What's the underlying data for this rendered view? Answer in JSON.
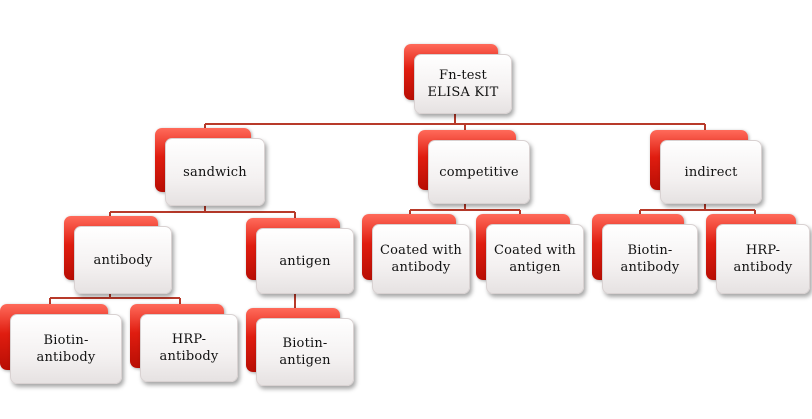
{
  "nodes": {
    "root": "Fn-test\nELISA KIT",
    "sandwich": "sandwich",
    "competitive": "competitive",
    "indirect": "indirect",
    "sandwich_antibody": "antibody",
    "sandwich_antigen": "antigen",
    "coated_with_antibody": "Coated  with\nantibody",
    "coated_with_antigen": "Coated  with\nantigen",
    "indirect_biotin_antibody": "Biotin-\nantibody",
    "indirect_hrp_antibody": "HRP-\nantibody",
    "antibody_biotin_antibody": "Biotin-antibody",
    "antibody_hrp_antibody": "HRP-\nantibody",
    "antigen_biotin_antigen": "Biotin-\nantigen"
  },
  "colors": {
    "accent_red": "#e01d10",
    "connector": "#b83a2a",
    "box_face": "#f4f1f1"
  }
}
